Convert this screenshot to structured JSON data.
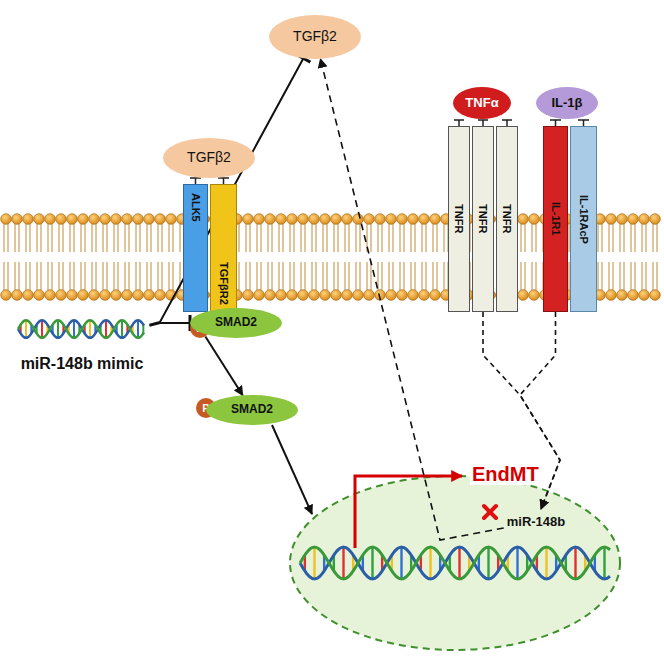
{
  "diagram": {
    "nodes": [
      {
        "text": [
          "TGFβ2"
        ]
      },
      {
        "text": [
          "TGFβ2"
        ]
      },
      {
        "text": [
          "ALK5"
        ]
      },
      {
        "text": [
          "TGFβR2"
        ]
      },
      {
        "text": [
          "TNFα"
        ]
      },
      {
        "text": [
          "IL-1β"
        ]
      },
      {
        "text": [
          "TNFR"
        ]
      },
      {
        "text": [
          "TNFR"
        ]
      },
      {
        "text": [
          "TNFR"
        ]
      },
      {
        "text": [
          "IL-1R1"
        ]
      },
      {
        "text": [
          "IL-1RAcP"
        ]
      },
      {
        "text": [
          "P"
        ]
      },
      {
        "text": [
          "SMAD2"
        ]
      },
      {
        "text": [
          "miR-148b mimic"
        ]
      },
      {
        "text": [
          "P"
        ]
      },
      {
        "text": [
          "SMAD2"
        ]
      },
      {
        "text": [
          "miR-148b"
        ]
      }
    ],
    "edges": [
      {
        "from": 13,
        "to": 0,
        "arrow": "to"
      },
      {
        "from": 13,
        "to": 12,
        "arrow": "to"
      },
      {
        "from": 11,
        "to": 15,
        "arrow": "to"
      },
      {
        "from": 7,
        "to": 16,
        "arrow": "to"
      },
      {
        "from": 9,
        "to": 16,
        "arrow": "to"
      },
      {
        "from": 16,
        "to": 0,
        "arrow": "to"
      }
    ],
    "labels": [
      "EndMT"
    ]
  }
}
